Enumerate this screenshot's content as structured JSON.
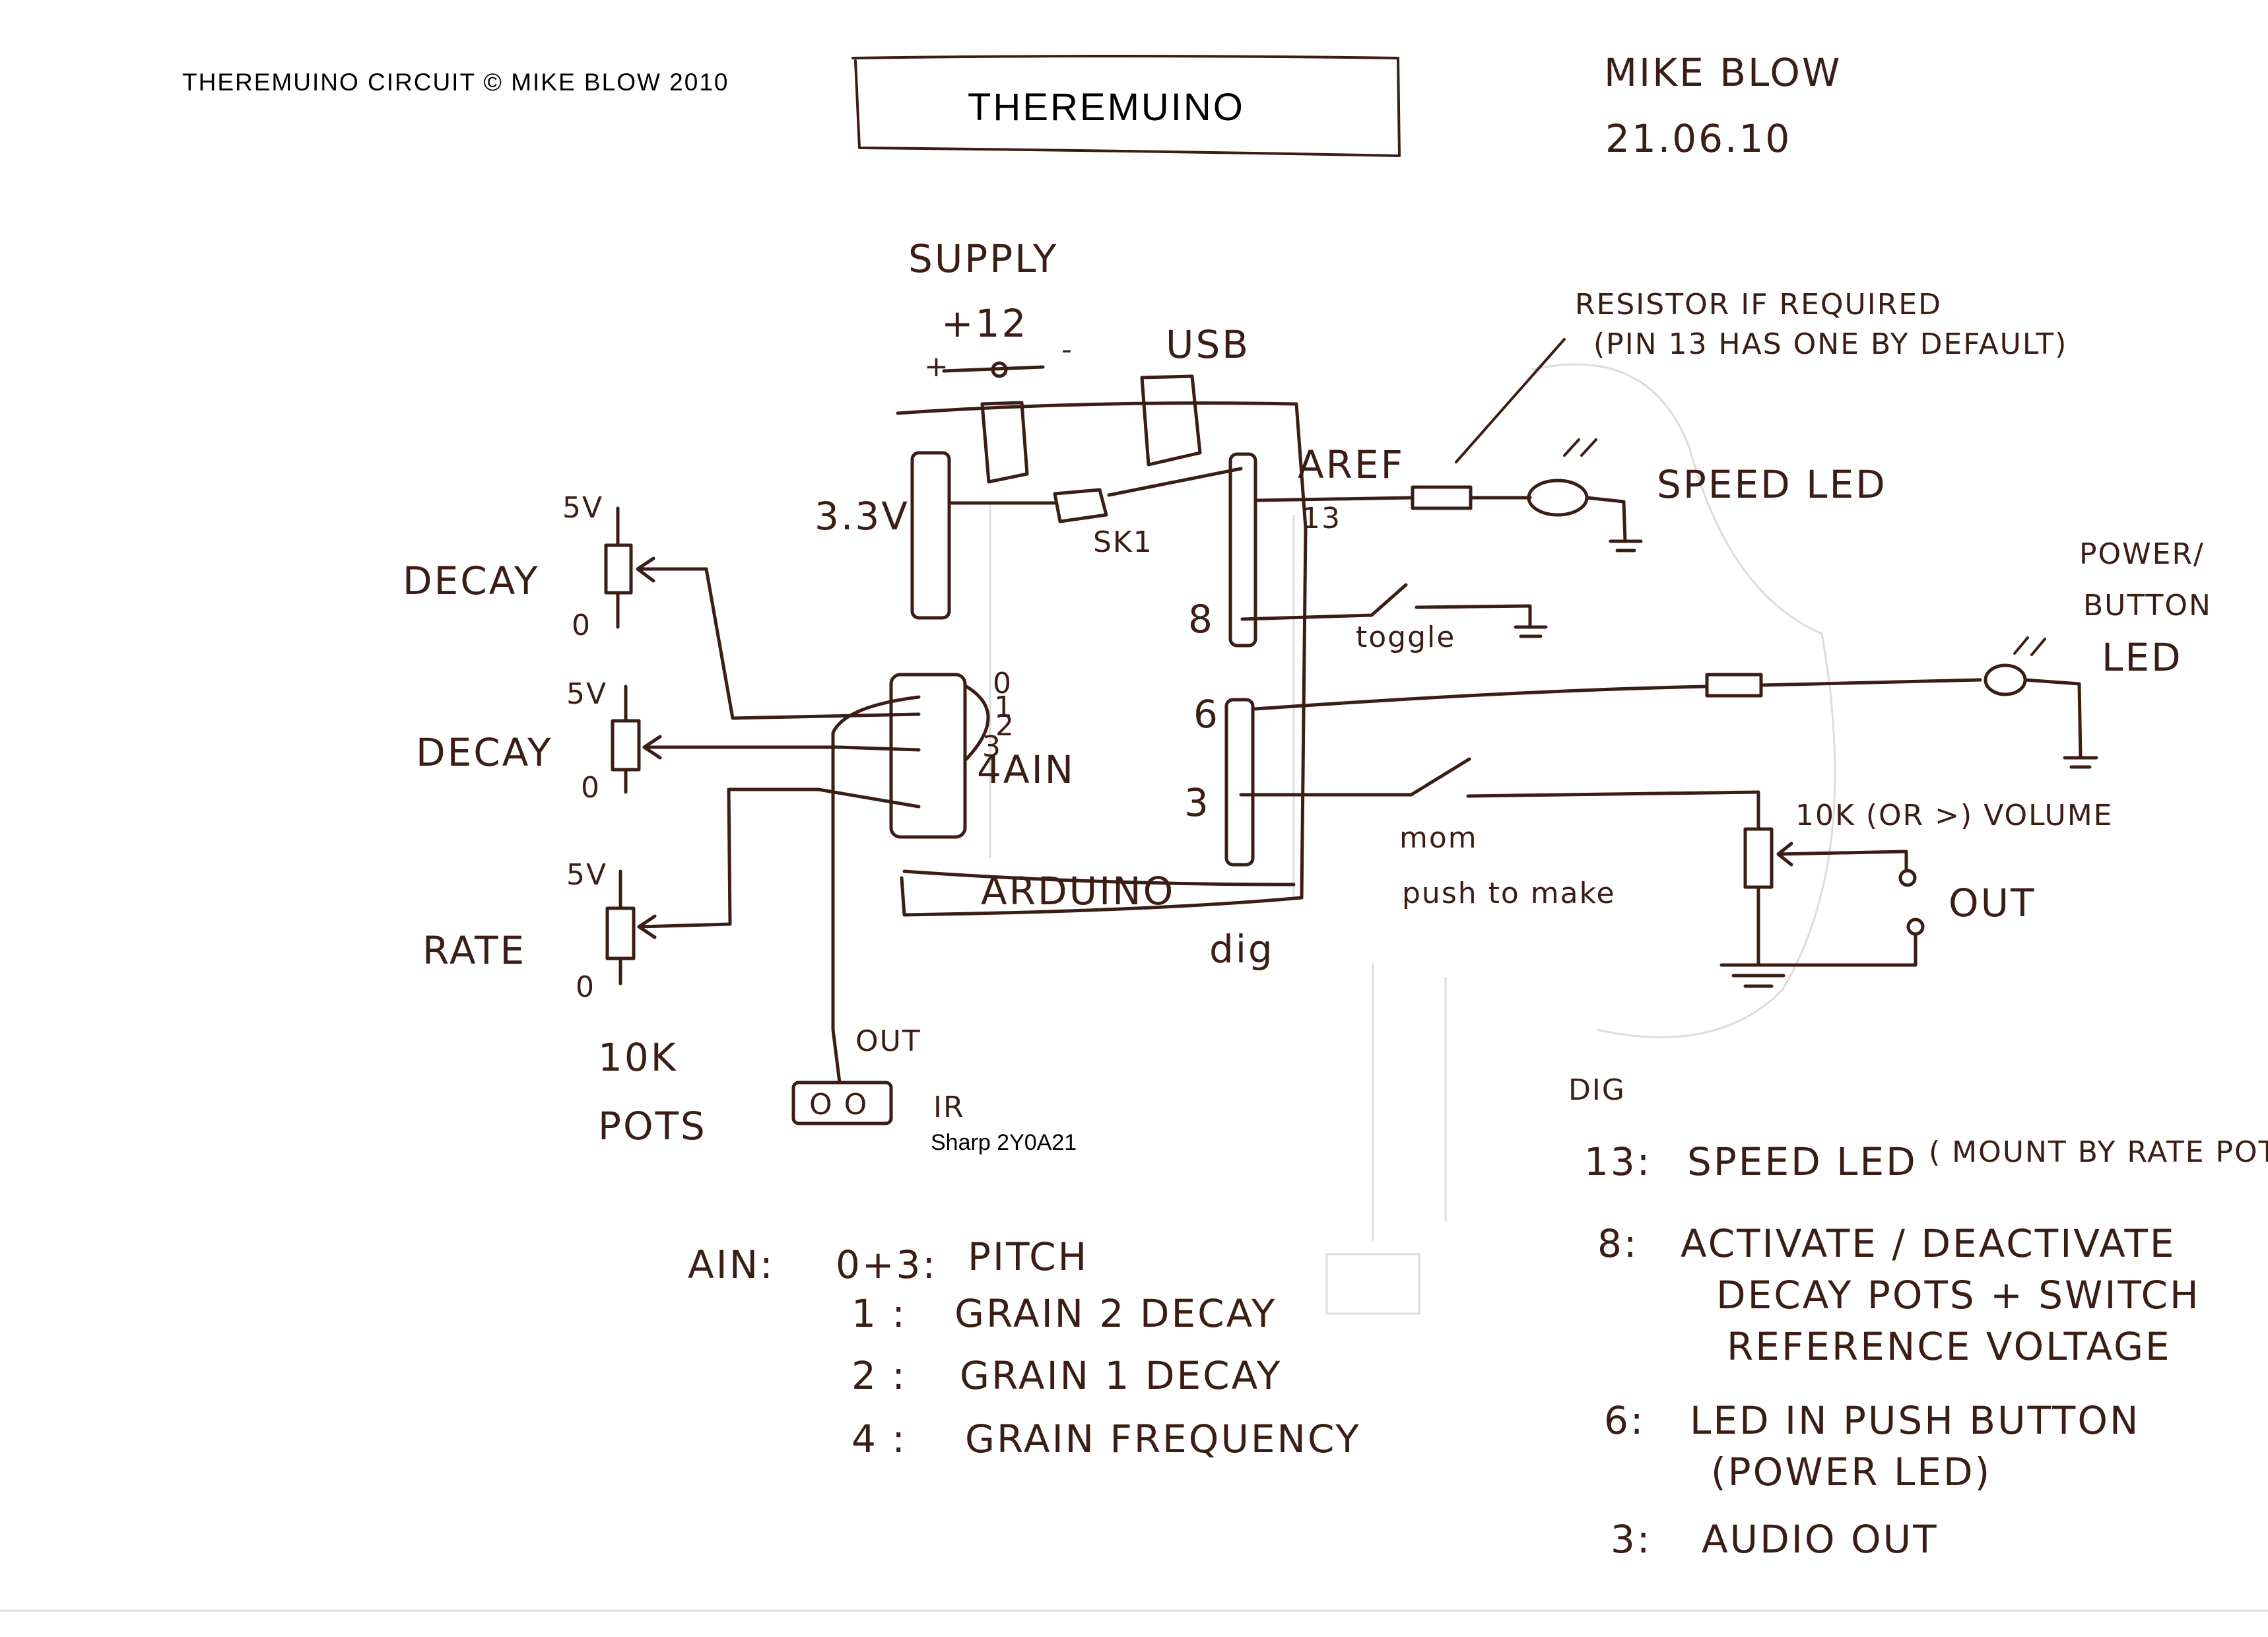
{
  "header": {
    "copyright": "THEREMUINO CIRCUIT © MIKE BLOW 2010",
    "title": "THEREMUINO",
    "author": "MIKE BLOW",
    "date": "21.06.10"
  },
  "power": {
    "supply_label": "SUPPLY",
    "voltage": "+12",
    "plus": "+",
    "minus": "-",
    "usb_label": "USB",
    "v33": "3.3V",
    "sk1": "SK1"
  },
  "board": {
    "name": "ARDUINO",
    "aref": "AREF",
    "pin13": "13",
    "pin8": "8",
    "pin6": "6",
    "pin3": "3",
    "dig": "dig",
    "ain_label": "4AIN",
    "ain_pin0": "0",
    "ain_pin1": "1",
    "ain_pin2": "2",
    "ain_pin3": "3"
  },
  "pots": {
    "items": [
      {
        "supply": "5V",
        "name": "DECAY",
        "zero": "0"
      },
      {
        "supply": "5V",
        "name": "DECAY",
        "zero": "0"
      },
      {
        "supply": "5V",
        "name": "RATE",
        "zero": "0"
      }
    ],
    "caption_line1": "10K",
    "caption_line2": "POTS"
  },
  "sensor": {
    "out": "OUT",
    "type": "IR",
    "model": "Sharp 2Y0A21",
    "lens": "O O"
  },
  "outputs": {
    "resistor_note_line1": "RESISTOR IF REQUIRED",
    "resistor_note_line2": "(PIN 13 HAS ONE BY DEFAULT)",
    "speed_led": "SPEED LED",
    "toggle": "toggle",
    "power_led_line1": "POWER/",
    "power_led_line2": "BUTTON",
    "power_led_line3": "LED",
    "volume": "10K (OR >) VOLUME",
    "out": "OUT",
    "mom": "mom",
    "push_to_make": "push to make"
  },
  "ain_notes": {
    "prefix": "AIN:",
    "lines": [
      {
        "pin": "0+3:",
        "text": "PITCH"
      },
      {
        "pin": "1 :",
        "text": "GRAIN 2 DECAY"
      },
      {
        "pin": "2 :",
        "text": "GRAIN 1 DECAY"
      },
      {
        "pin": "4 :",
        "text": "GRAIN FREQUENCY"
      }
    ]
  },
  "dig_notes": {
    "title": "DIG",
    "lines": [
      {
        "pin": "13:",
        "text": "SPEED LED"
      },
      {
        "pin": "",
        "text": "( MOUNT BY RATE POT )"
      },
      {
        "pin": "8:",
        "text": "ACTIVATE / DEACTIVATE"
      },
      {
        "pin": "",
        "text": "DECAY POTS + SWITCH"
      },
      {
        "pin": "",
        "text": "REFERENCE VOLTAGE"
      },
      {
        "pin": "6:",
        "text": "LED IN PUSH BUTTON"
      },
      {
        "pin": "",
        "text": "(POWER LED)"
      },
      {
        "pin": "3:",
        "text": "AUDIO OUT"
      }
    ]
  }
}
